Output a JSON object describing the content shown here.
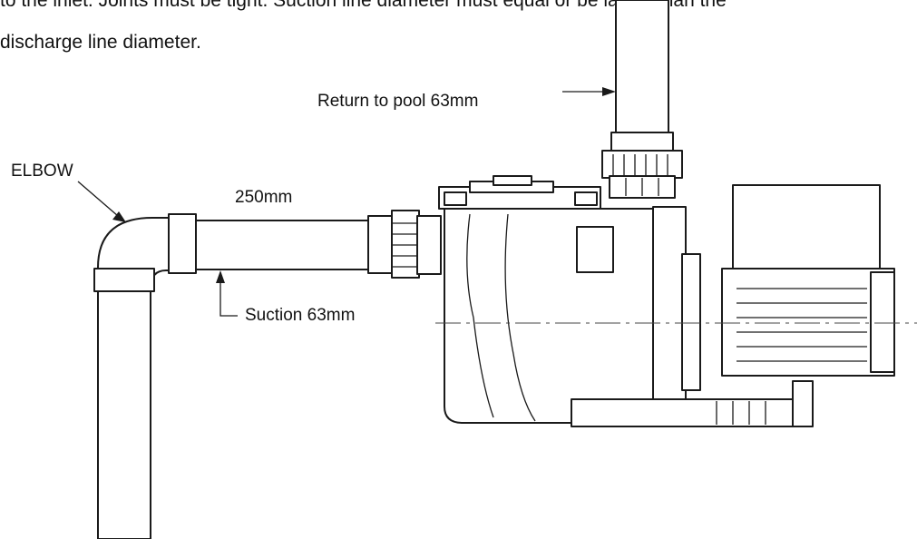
{
  "intro": {
    "line1": "to the inlet. Joints must be tight. Suction line diameter must equal or be larger than the",
    "line2": "discharge line diameter."
  },
  "labels": {
    "return": "Return to pool 63mm",
    "elbow": "ELBOW",
    "length": "250mm",
    "suction": "Suction 63mm"
  }
}
